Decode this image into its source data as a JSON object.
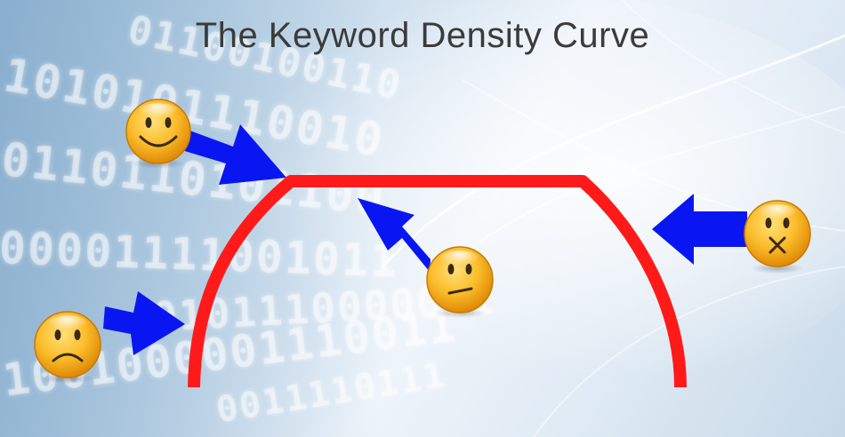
{
  "slide": {
    "title": "The Keyword Density Curve"
  },
  "background": {
    "binary_rows": [
      "01100100110",
      "1010101110010",
      "0110110101100",
      "00001111001011",
      "0101110000001",
      "1001000001110011",
      "0011110111"
    ]
  },
  "colors": {
    "curve": "#ff1a1a",
    "arrow": "#0a16f2",
    "smiley_face": "#f4a80f"
  },
  "icons": {
    "happy": "happy-smiley-icon",
    "sad": "sad-smiley-icon",
    "neutral": "neutral-smiley-icon",
    "dizzy": "dizzy-smiley-icon",
    "arrow": "blue-arrow-icon"
  }
}
